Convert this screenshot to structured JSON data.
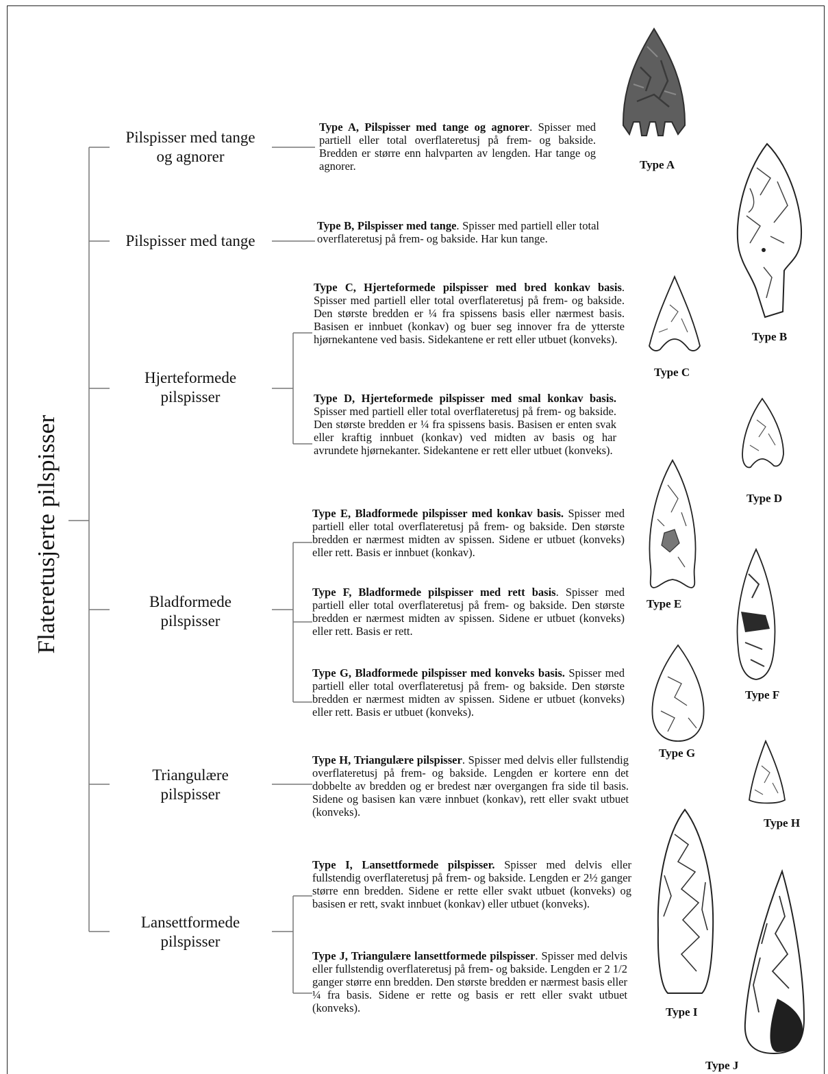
{
  "root_label": "Flateretusjerte pilspisser",
  "categories": [
    {
      "lines": [
        "Pilspisser med tange",
        "og agnorer"
      ]
    },
    {
      "lines": [
        "Pilspisser med tange",
        ""
      ]
    },
    {
      "lines": [
        "Hjerteformede",
        "pilspisser"
      ]
    },
    {
      "lines": [
        "Bladformede",
        "pilspisser"
      ]
    },
    {
      "lines": [
        "Triangulære",
        "pilspisser"
      ]
    },
    {
      "lines": [
        "Lansettformede",
        "pilspisser"
      ]
    }
  ],
  "types": {
    "A": {
      "label": "Type A",
      "title": "Type A, Pilspisser med tange og agnorer",
      "sep": ". ",
      "text": "Spisser med partiell eller total overflateretusj på frem- og bakside. Bredden er større enn halvparten av lengden. Har tange og agnorer."
    },
    "B": {
      "label": "Type B",
      "title": "Type B, Pilspisser med tange",
      "sep": ". ",
      "text": "Spisser med partiell eller total overflateretusj på frem- og bakside.  Har kun tange."
    },
    "C": {
      "label": "Type C",
      "title": "Type C, Hjerteformede pilspisser med bred konkav basis",
      "sep": ". ",
      "text": "Spisser med partiell eller total overflateretusj på frem- og bakside. Den største bredden er ¼ fra spissens basis eller nærmest basis. Basisen er innbuet (konkav) og buer seg innover fra de ytterste hjørnekantene ved basis. Sidekantene er rett eller utbuet (konveks)."
    },
    "D": {
      "label": "Type D",
      "title": "Type D, Hjerteformede pilspisser med smal konkav basis.",
      "sep": " ",
      "text": "Spisser med partiell eller total overflateretusj på frem- og bakside. Den største bredden er ¼ fra spissens basis. Basisen er enten svak eller kraftig innbuet (konkav) ved midten av basis og har avrundete hjørnekanter. Sidekantene er rett eller utbuet (konveks)."
    },
    "E": {
      "label": "Type E",
      "title": "Type E, Bladformede pilspisser med konkav basis.",
      "sep": " ",
      "text": "Spisser med partiell eller total overflateretusj på frem- og bakside. Den største bredden er nærmest midten av spissen. Sidene er utbuet (konveks) eller rett. Basis er innbuet (konkav)."
    },
    "F": {
      "label": "Type F",
      "title": "Type F, Bladformede pilspisser med rett basis",
      "sep": ". ",
      "text": "Spisser med partiell eller total overflateretusj på frem- og bakside. Den største bredden er nærmest midten av spissen. Sidene er utbuet (konveks) eller rett. Basis er rett."
    },
    "G": {
      "label": "Type G",
      "title": "Type G, Bladformede pilspisser med konveks basis.",
      "sep": " ",
      "text": "Spisser med partiell eller total overflateretusj på frem- og bakside. Den største bredden er nærmest midten av spissen. Sidene er utbuet (konveks) eller rett. Basis er utbuet (konveks)."
    },
    "H": {
      "label": "Type H",
      "title": "Type H, Triangulære pilspisser",
      "sep": ". ",
      "text": "Spisser med delvis eller fullstendig overflateretusj på frem- og bakside. Lengden er kortere enn det dobbelte av bredden og er bredest nær overgangen fra side til basis. Sidene og basisen kan være innbuet (konkav), rett eller svakt utbuet (konveks)."
    },
    "I": {
      "label": "Type I",
      "title": "Type I, Lansettformede pilspisser.",
      "sep": " ",
      "text": "Spisser med delvis eller fullstendig overflateretusj på frem- og bakside. Lengden er 2½ ganger større enn bredden. Sidene er rette eller svakt utbuet (konveks) og basisen er rett, svakt innbuet (konkav) eller utbuet (konveks)."
    },
    "J": {
      "label": "Type J",
      "title": "Type J, Triangulære lansettformede pilspisser",
      "sep": ". ",
      "text": "Spisser med delvis eller fullstendig overflateretusj på frem- og bakside. Lengden er 2 1/2 ganger større enn bredden. Den største bredden er nærmest basis eller ¼ fra basis. Sidene er rette og basis er rett eller svakt utbuet (konveks)."
    }
  }
}
